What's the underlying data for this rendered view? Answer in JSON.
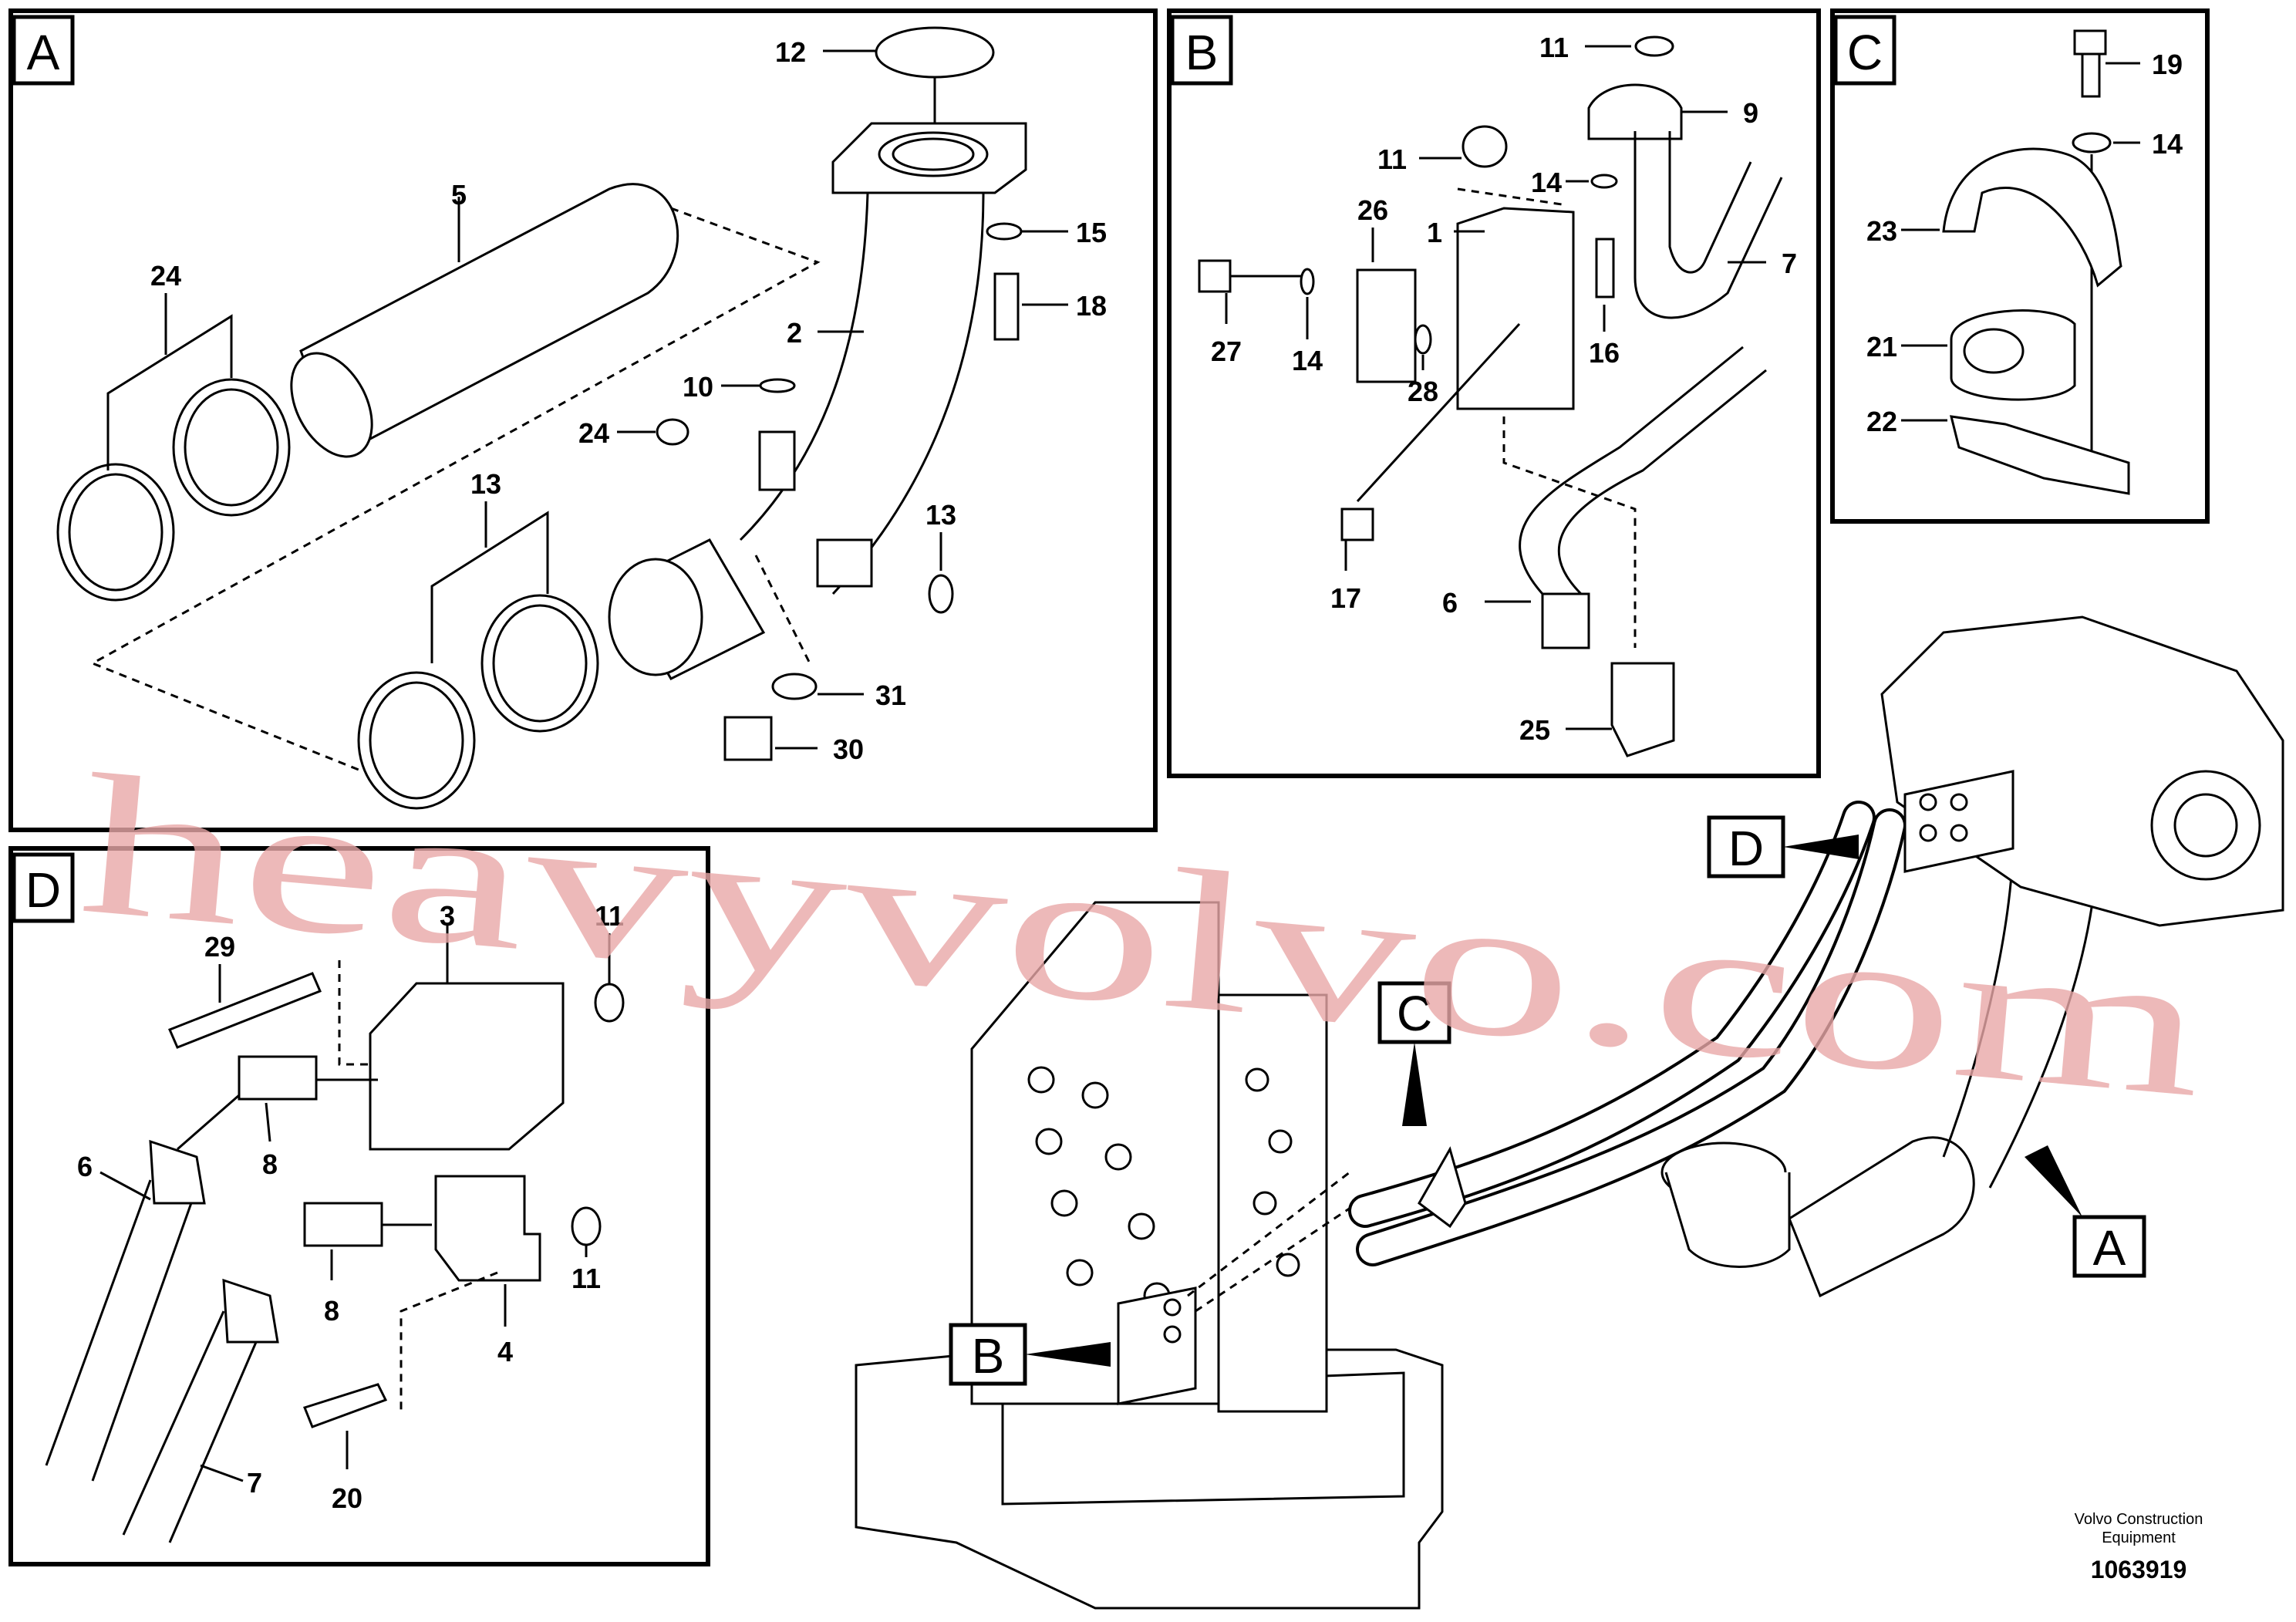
{
  "panels": [
    {
      "id": "A",
      "tag": "A"
    },
    {
      "id": "B",
      "tag": "B"
    },
    {
      "id": "C",
      "tag": "C"
    },
    {
      "id": "D",
      "tag": "D"
    }
  ],
  "overview_tags": {
    "B": "B",
    "C": "C",
    "D": "D",
    "A": "A"
  },
  "callouts": {
    "A": [
      "12",
      "15",
      "18",
      "5",
      "2",
      "24",
      "10",
      "13",
      "24",
      "13",
      "31",
      "30"
    ],
    "B": [
      "11",
      "9",
      "11",
      "14",
      "26",
      "1",
      "7",
      "27",
      "14",
      "28",
      "16",
      "17",
      "6",
      "25"
    ],
    "C": [
      "19",
      "14",
      "23",
      "21",
      "22"
    ],
    "D": [
      "29",
      "3",
      "11",
      "6",
      "8",
      "8",
      "11",
      "4",
      "7",
      "20"
    ]
  },
  "footer": {
    "line1": "Volvo Construction",
    "line2": "Equipment",
    "doc_number": "1063919"
  },
  "watermark": "heavyvolvo.com"
}
